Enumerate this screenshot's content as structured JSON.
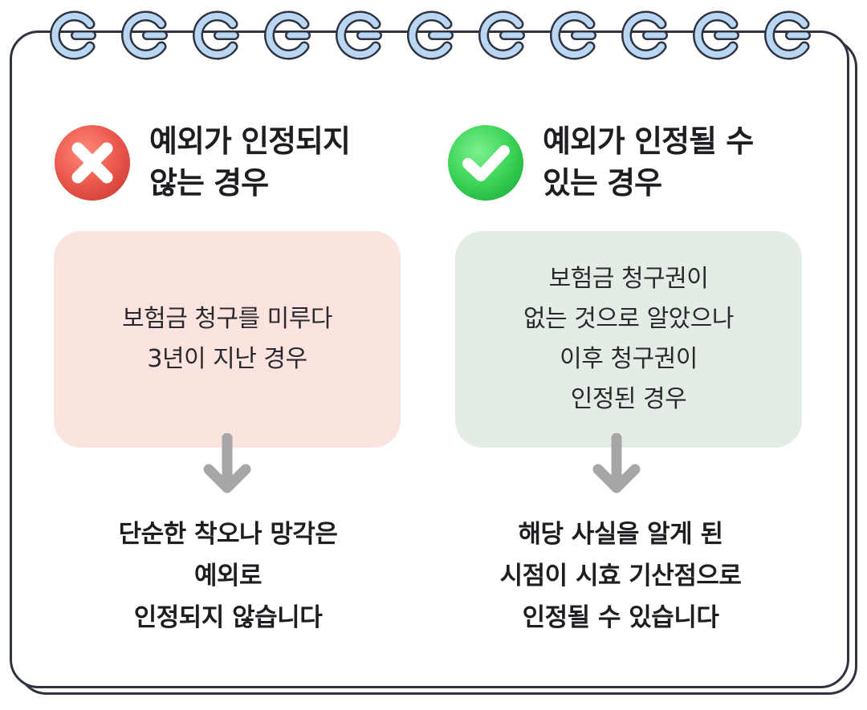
{
  "left": {
    "title": "예외가 인정되지\n않는 경우",
    "icon": "x-icon",
    "box_text": "보험금 청구를 미루다\n3년이 지난 경우",
    "box_color": "#fbe3df",
    "icon_color": "#ec5a4e",
    "result": "단순한 착오나 망각은\n예외로\n인정되지 않습니다"
  },
  "right": {
    "title": "예외가 인정될 수\n있는 경우",
    "icon": "check-icon",
    "box_text": "보험금 청구권이\n없는 것으로 알았으나\n이후 청구권이\n인정된 경우",
    "box_color": "#e4ece6",
    "icon_color": "#3ed55a",
    "result": "해당 사실을 알게 된\n시점이 시효 기산점으로\n인정될 수 있습니다"
  },
  "colors": {
    "ring": "#b9d7f2",
    "border": "#2f3340",
    "arrow": "#a6a6a6"
  }
}
